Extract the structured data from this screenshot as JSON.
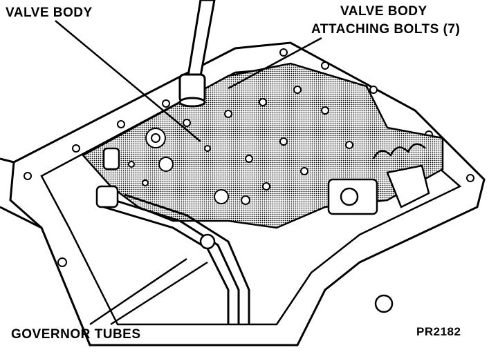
{
  "labels": {
    "valve_body": "VALVE BODY",
    "attaching_bolts_line1": "VALVE BODY",
    "attaching_bolts_line2": "ATTACHING BOLTS (7)",
    "governor_tubes": "GOVERNOR TUBES",
    "figure_code": "PR2182"
  },
  "colors": {
    "ink": "#000000",
    "paper": "#ffffff",
    "shade": "#bdbdbd"
  }
}
